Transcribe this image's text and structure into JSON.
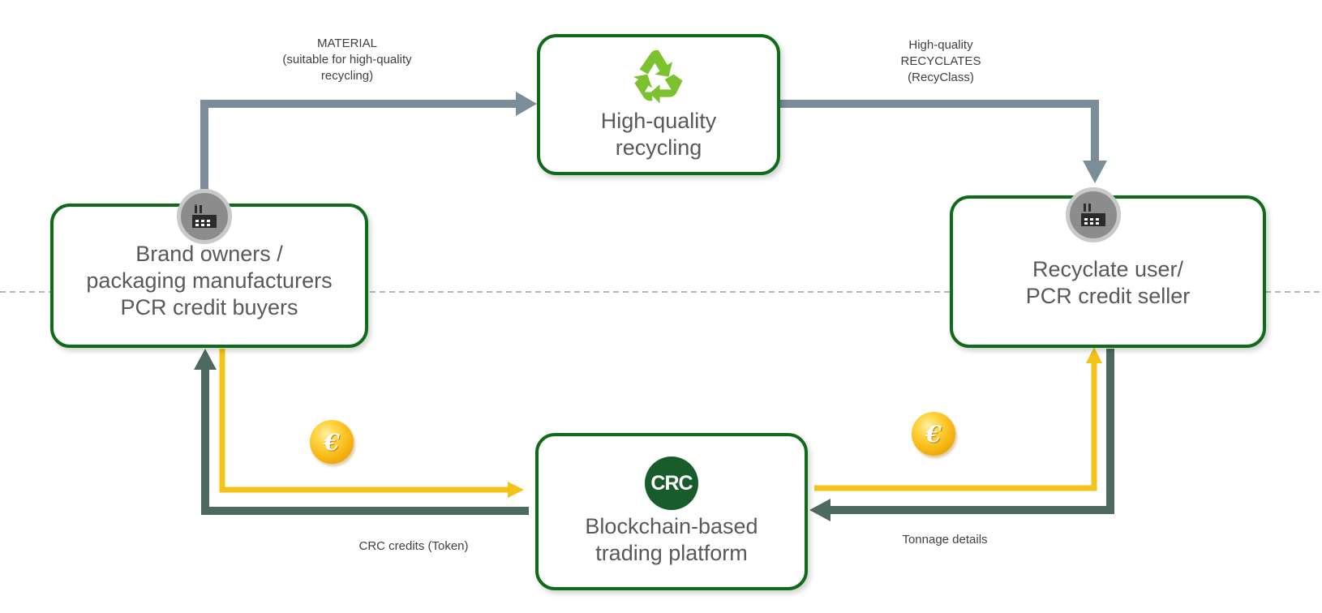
{
  "colors": {
    "box_border": "#0f6b1a",
    "material_flow": "#7a8d99",
    "credit_flow": "#4d6a60",
    "money_flow": "#f5c218",
    "recycle_icon": "#7cc22e",
    "crc_logo": "#195c2b",
    "divider": "#8c8c8c"
  },
  "nodes": {
    "recycling": {
      "title": "High-quality\nrecycling",
      "icon": "recycle-icon"
    },
    "brand_owners": {
      "title": "Brand owners /\npackaging manufacturers\nPCR credit buyers",
      "icon": "factory-icon"
    },
    "recyclate_user": {
      "title": "Recyclate user/\nPCR credit seller",
      "icon": "factory-icon"
    },
    "platform": {
      "title": "Blockchain-based\ntrading platform",
      "logo_text": "CRC"
    }
  },
  "flows": {
    "material": {
      "label": "MATERIAL\n(suitable for high-quality\nrecycling)"
    },
    "recyclates": {
      "label": "High-quality\nRECYCLATES\n(RecyClass)"
    },
    "crc_credits": {
      "label": "CRC  credits (Token)"
    },
    "tonnage": {
      "label": "Tonnage details"
    },
    "payment": {
      "symbol": "€"
    }
  }
}
